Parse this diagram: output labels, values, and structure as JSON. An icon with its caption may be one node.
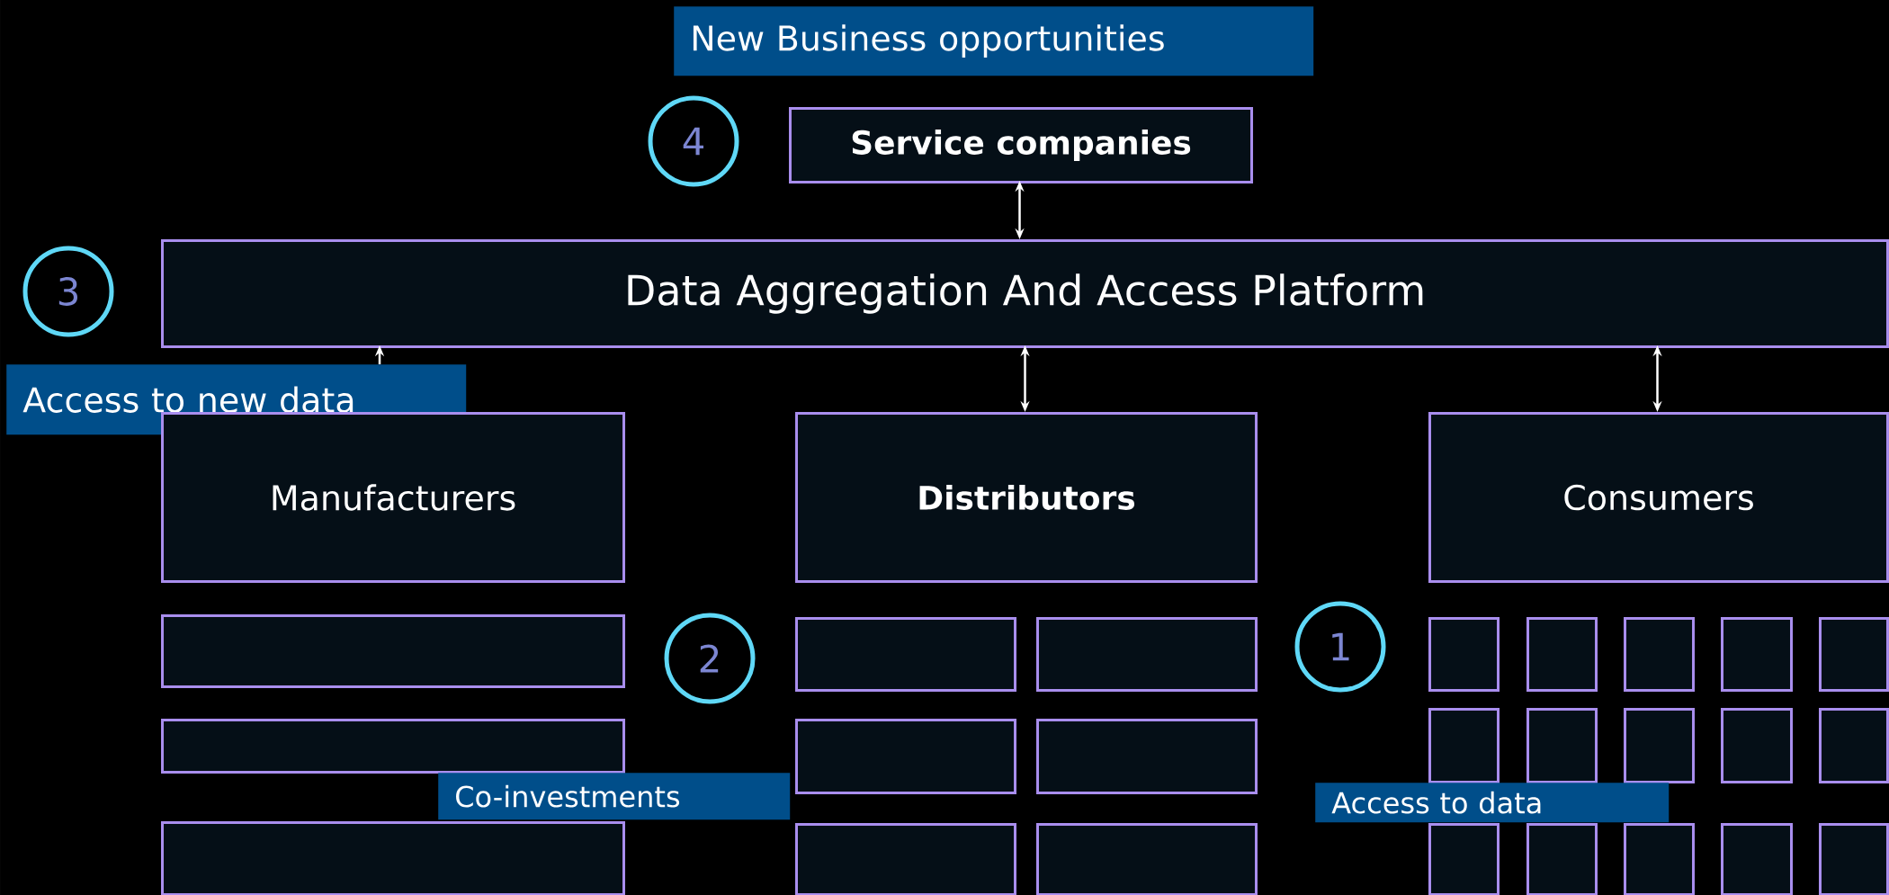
{
  "diagram": {
    "nodes": [
      {
        "text": [
          "New Business opportunities"
        ]
      },
      {
        "text": [
          "4"
        ]
      },
      {
        "text": [
          "Service companies"
        ]
      },
      {
        "text": [
          "3"
        ]
      },
      {
        "text": [
          "Data Aggregation And Access Platform"
        ]
      },
      {
        "text": [
          "Access to new data"
        ]
      },
      {
        "text": [
          "Manufacturers"
        ]
      },
      {
        "text": [
          "Distributors"
        ]
      },
      {
        "text": [
          "Consumers"
        ]
      },
      {
        "text": [],
        "shape": "box"
      },
      {
        "text": [],
        "shape": "box"
      },
      {
        "text": [],
        "shape": "box"
      },
      {
        "text": [
          "2"
        ]
      },
      {
        "text": [],
        "shape": "box"
      },
      {
        "text": [],
        "shape": "box"
      },
      {
        "text": [],
        "shape": "box"
      },
      {
        "text": [],
        "shape": "box"
      },
      {
        "text": [],
        "shape": "box"
      },
      {
        "text": [],
        "shape": "box"
      },
      {
        "text": [
          "Co-investments"
        ]
      },
      {
        "text": [
          "1"
        ]
      },
      {
        "text": [],
        "shape": "box"
      },
      {
        "text": [],
        "shape": "box"
      },
      {
        "text": [],
        "shape": "box"
      },
      {
        "text": [],
        "shape": "box"
      },
      {
        "text": [],
        "shape": "box"
      },
      {
        "text": [],
        "shape": "box"
      },
      {
        "text": [],
        "shape": "box"
      },
      {
        "text": [],
        "shape": "box"
      },
      {
        "text": [],
        "shape": "box"
      },
      {
        "text": [],
        "shape": "box"
      },
      {
        "text": [],
        "shape": "box"
      },
      {
        "text": [],
        "shape": "box"
      },
      {
        "text": [],
        "shape": "box"
      },
      {
        "text": [],
        "shape": "box"
      },
      {
        "text": [],
        "shape": "box"
      },
      {
        "text": [
          "Access to data"
        ]
      }
    ],
    "edges": [
      {
        "from": 2,
        "to": 4,
        "arrow": "both"
      },
      {
        "from": 4,
        "to": 7,
        "arrow": "both"
      },
      {
        "from": 4,
        "to": 8,
        "arrow": "both"
      },
      {
        "from": 5,
        "to": 4,
        "arrow": "to"
      }
    ]
  }
}
